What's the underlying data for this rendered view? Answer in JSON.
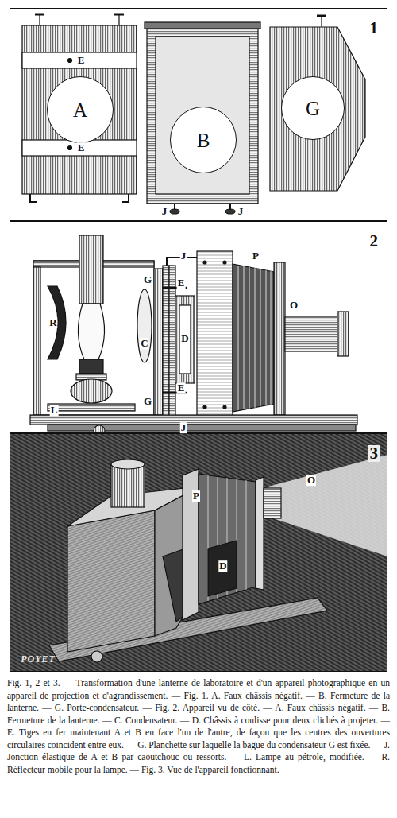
{
  "diagram": {
    "caption": "Fig. 1, 2 et 3. — Transformation d'une lanterne de laboratoire et d'un appareil photographique en un appareil de projection et d'agrandissement. — Fig. 1. A. Faux châssis négatif. — B. Fermeture de la lanterne. — G. Porte-condensateur. — Fig. 2. Appareil vu de côté. — A. Faux châssis négatif. — B. Fermeture de la lanterne. — C. Condensateur. — D. Châssis à coulisse pour deux clichés à projeter. — E. Tiges en fer maintenant A et B en face l'un de l'autre, de façon que les centres des ouvertures circulaires coïncident entre eux. — G. Planchette sur laquelle la bague du condensateur G est fixée. — J. Jonction élastique de A et B par caoutchouc ou ressorts. — L. Lampe au pétrole, modifiée. — R. Réflecteur mobile pour la lampe. — Fig. 3. Vue de l'appareil fonctionnant.",
    "nodes": [
      {
        "text": [
          "1"
        ]
      },
      {
        "text": [
          "A"
        ],
        "in": 0
      },
      {
        "text": [
          "B"
        ],
        "in": 0
      },
      {
        "text": [
          "G"
        ],
        "in": 0
      },
      {
        "text": [
          "2"
        ]
      },
      {
        "text": [
          "3"
        ]
      }
    ],
    "labels": [
      "E",
      "E",
      "J",
      "J",
      "J",
      "P",
      "E",
      "G",
      "O",
      "R",
      "C",
      "D",
      "E",
      "G",
      "L",
      "J",
      "P",
      "O",
      "D",
      "POYET"
    ]
  }
}
